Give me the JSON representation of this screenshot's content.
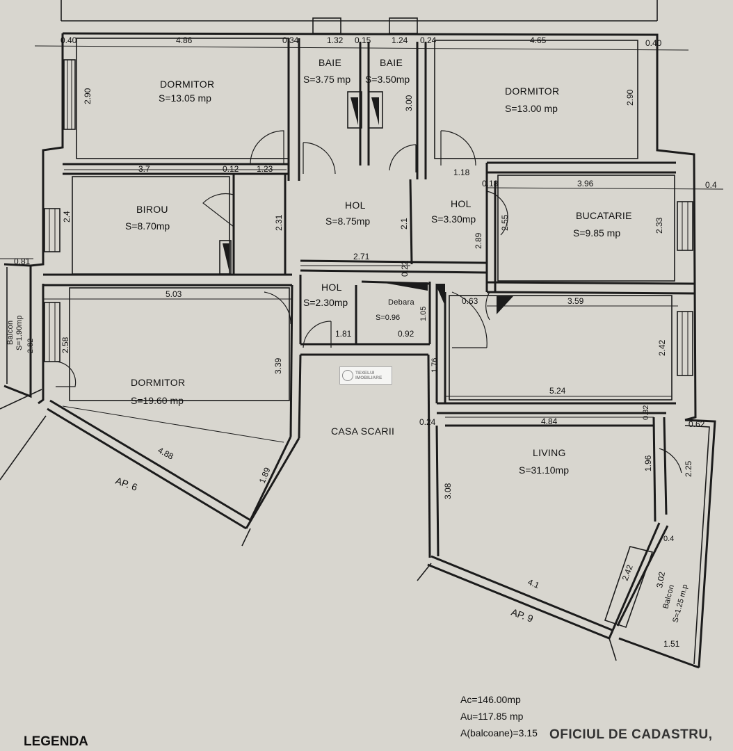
{
  "rooms": {
    "dormitor_1": {
      "name": "DORMITOR",
      "area": "S=13.05 mp"
    },
    "baie_1": {
      "name": "BAIE",
      "area": "S=3.75 mp"
    },
    "baie_2": {
      "name": "BAIE",
      "area": "S=3.50mp"
    },
    "dormitor_2": {
      "name": "DORMITOR",
      "area": "S=13.00 mp"
    },
    "birou": {
      "name": "BIROU",
      "area": "S=8.70mp"
    },
    "hol_1": {
      "name": "HOL",
      "area": "S=8.75mp"
    },
    "hol_2": {
      "name": "HOL",
      "area": "S=3.30mp"
    },
    "bucatarie": {
      "name": "BUCATARIE",
      "area": "S=9.85 mp"
    },
    "hol_3": {
      "name": "HOL",
      "area": "S=2.30mp"
    },
    "debara": {
      "name": "Debara",
      "area": "S=0.96"
    },
    "dormitor_3": {
      "name": "DORMITOR",
      "area": "S=19.60 mp"
    },
    "casa_scarii": {
      "name": "CASA SCARII"
    },
    "living": {
      "name": "LIVING",
      "area": "S=31.10mp"
    },
    "balcon_1": {
      "name": "Balcon",
      "area": "S=1.90mp"
    },
    "balcon_2": {
      "name": "Balcon",
      "area": "S=1.25 m.p"
    }
  },
  "neighbors": {
    "ap6": "AP. 6",
    "ap9": "AP. 9"
  },
  "dimensions": {
    "top_040_left": "0.40",
    "top_486": "4.86",
    "top_034": "0.34",
    "top_132": "1.32",
    "top_015": "0.15",
    "top_124": "1.24",
    "top_024": "0.24",
    "top_465": "4.65",
    "top_040_right": "0.40",
    "d290_left": "2.90",
    "d300": "3.00",
    "d290_right": "2.90",
    "d37": "3.7",
    "d012": "0.12",
    "d123": "1.23",
    "d118": "1.18",
    "d018": "0.18",
    "d396": "3.96",
    "d04_right": "0.4",
    "d24": "2.4",
    "d231": "2.31",
    "d21": "2.1",
    "d255": "2.55",
    "d289": "2.89",
    "d233": "2.33",
    "d271": "2.71",
    "d022": "0.22",
    "d081": "0.81",
    "d503": "5.03",
    "d105": "1.05",
    "d063": "0.63",
    "d359": "3.59",
    "d282": "2.82",
    "d258": "2.58",
    "d181": "1.81",
    "d092": "0.92",
    "d176": "1.76",
    "d242_right": "2.42",
    "d339": "3.39",
    "d524": "5.24",
    "d032": "0.32",
    "d024_mid": "0.24",
    "d484": "4.84",
    "d062": "0.62",
    "d488": "4.88",
    "d189": "1.89",
    "d196": "1.96",
    "d225": "2.25",
    "d308": "3.08",
    "d04_small": "0.4",
    "d242_low": "2.42",
    "d302": "3.02",
    "d41": "4.1",
    "d151": "1.51"
  },
  "summary": {
    "ac": "Ac=146.00mp",
    "au": "Au=117.85 mp",
    "abalcoane": "A(balcoane)=3.15"
  },
  "legend": "LEGENDA",
  "stamp": "OFICIUL DE CADASTRU,",
  "watermark": {
    "line1": "TEXELUI",
    "line2": "IMOBILIARE"
  }
}
